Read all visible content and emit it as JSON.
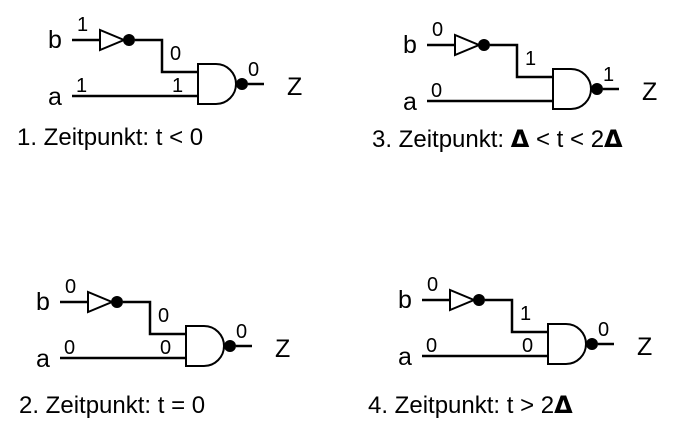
{
  "panels": [
    {
      "id": "p1",
      "inputs": {
        "b": "b",
        "a": "a"
      },
      "values": {
        "b_in": "1",
        "inv_out": "0",
        "and_in_top": "1",
        "a_in": "1",
        "and_out": "0"
      },
      "output_label": "Z",
      "caption": {
        "prefix": "1. Zeitpunkt: t < 0",
        "delta1": "",
        "mid": "",
        "delta2": ""
      }
    },
    {
      "id": "p3",
      "inputs": {
        "b": "b",
        "a": "a"
      },
      "values": {
        "b_in": "0",
        "inv_out": "1",
        "and_in_top": "",
        "a_in": "0",
        "and_out": "1"
      },
      "output_label": "Z",
      "caption": {
        "prefix": "3. Zeitpunkt: ",
        "delta1": "Δ",
        "mid": " < t < 2",
        "delta2": "Δ"
      }
    },
    {
      "id": "p2",
      "inputs": {
        "b": "b",
        "a": "a"
      },
      "values": {
        "b_in": "0",
        "inv_out": "0",
        "and_in_top": "0",
        "a_in": "0",
        "and_out": "0"
      },
      "output_label": "Z",
      "caption": {
        "prefix": "2.  Zeitpunkt: t = 0",
        "delta1": "",
        "mid": "",
        "delta2": ""
      }
    },
    {
      "id": "p4",
      "inputs": {
        "b": "b",
        "a": "a"
      },
      "values": {
        "b_in": "0",
        "inv_out": "1",
        "and_in_top": "0",
        "a_in": "0",
        "and_out": "0"
      },
      "output_label": "Z",
      "caption": {
        "prefix": "4. Zeitpunkt: t > 2",
        "delta1": "Δ",
        "mid": "",
        "delta2": ""
      }
    }
  ]
}
